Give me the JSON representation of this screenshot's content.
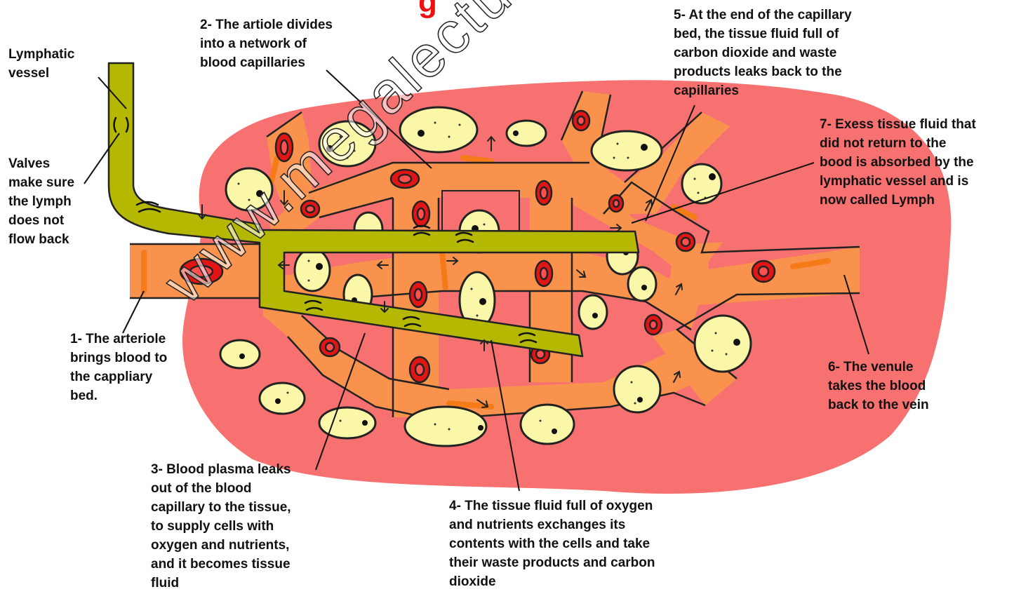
{
  "title_fragment": "g",
  "watermark": "www.megalecture.com",
  "labels": {
    "lymphatic_vessel": "Lymphatic\nvessel",
    "valves": "Valves\nmake sure\nthe lymph\ndoes not\nflow back",
    "step1": "1- The arteriole\nbrings blood to\nthe cappliary\nbed.",
    "step2": "2- The artiole divides\ninto a network of\nblood capillaries",
    "step3": "3- Blood plasma leaks\nout of the blood\ncapillary to the tissue,\nto supply cells with\noxygen and nutrients,\nand it becomes tissue\nfluid",
    "step4": "4- The tissue fluid full of oxygen\nand nutrients exchanges its\ncontents with the cells and take\ntheir waste products and carbon\ndioxide",
    "step5": "5- At the end of the capillary\nbed, the tissue fluid full of\ncarbon dioxide and waste\nproducts leaks back to the\ncapillaries",
    "step6": "6- The venule\ntakes the blood\nback to the vein",
    "step7": "7- Exess tissue fluid that\ndid not return to the\nbood is absorbed by the\nlymphatic vessel and is\nnow called Lymph"
  },
  "colors": {
    "tissue": "#f87171",
    "vessel": "#f9924d",
    "lymph": "#b5b800",
    "cell": "#fbf7a8",
    "rbc": "#e01515",
    "title": "#ee1111"
  }
}
